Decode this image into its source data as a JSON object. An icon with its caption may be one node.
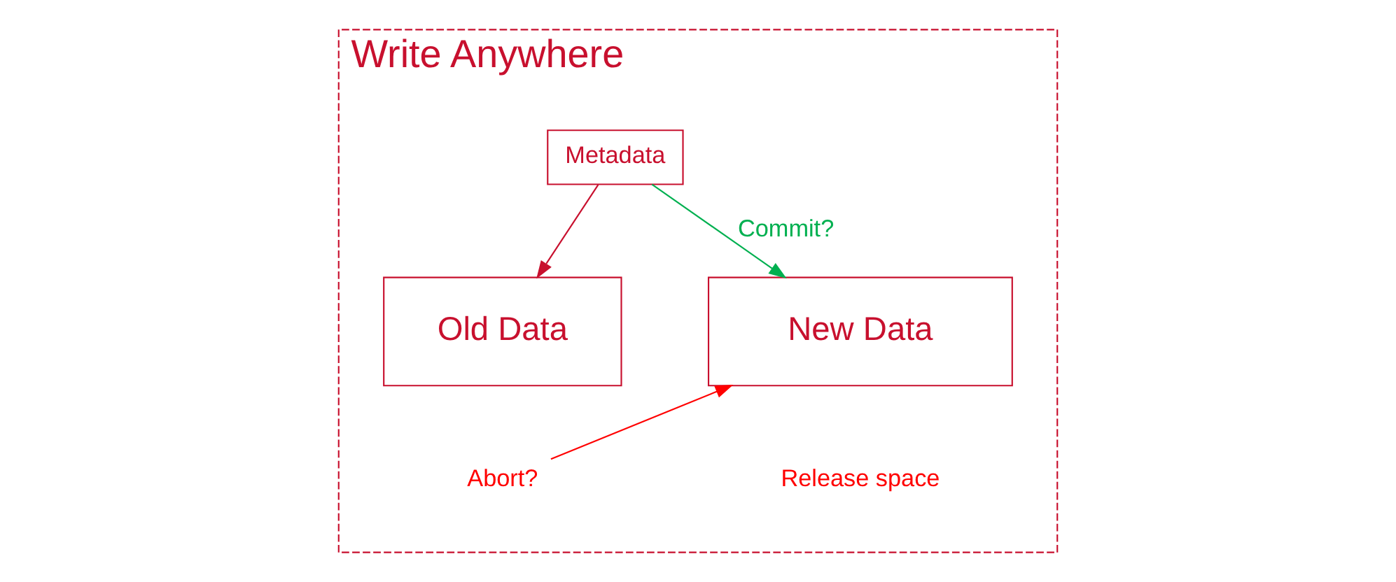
{
  "diagram": {
    "nodes": [
      {
        "text": [
          "Write Anywhere"
        ]
      },
      {
        "text": [
          "Metadata"
        ],
        "in": 0
      },
      {
        "text": [
          "Old Data"
        ],
        "in": 0
      },
      {
        "text": [
          "New Data"
        ],
        "in": 0
      },
      {
        "text": [
          "Abort?"
        ],
        "in": 0
      }
    ],
    "edges": [
      {
        "from": 1,
        "to": 2,
        "arrow": "to",
        "color": "#c8102e"
      },
      {
        "from": 1,
        "to": 3,
        "arrow": "to",
        "label": "Commit?",
        "color": "#00b050"
      },
      {
        "from": 4,
        "to": 3,
        "arrow": "to",
        "color": "#ff0000"
      }
    ],
    "labels": [
      "Release space"
    ]
  }
}
